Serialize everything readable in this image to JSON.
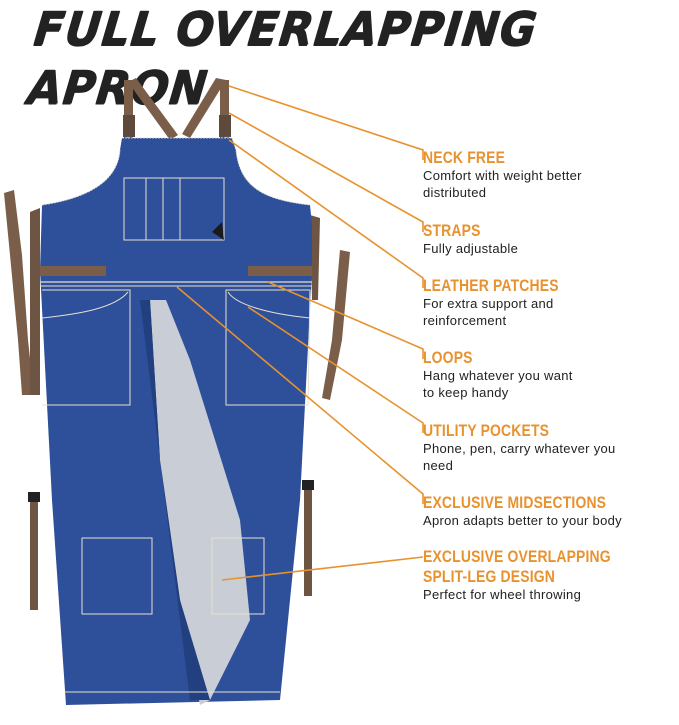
{
  "title": "FULL OVERLAPPING APRON",
  "colors": {
    "accent": "#e8922f",
    "denim": "#2e4f9a",
    "denim_dark": "#22407f",
    "strap": "#7a5e4a",
    "lining": "#c9cdd6",
    "stitch": "#e6dfd0",
    "text": "#222222"
  },
  "features": [
    {
      "label": "NECK FREE",
      "desc": "Comfort with weight better distributed",
      "desc_lines": [
        "Comfort with weight better",
        "distributed"
      ]
    },
    {
      "label": "STRAPS",
      "desc": "Fully adjustable",
      "desc_lines": [
        "Fully adjustable"
      ]
    },
    {
      "label": "LEATHER PATCHES",
      "desc": "For extra support and reinforcement",
      "desc_lines": [
        "For extra support and",
        "reinforcement"
      ]
    },
    {
      "label": "LOOPS",
      "desc": "Hang whatever you want to keep handy",
      "desc_lines": [
        "Hang whatever you want",
        "to keep handy"
      ]
    },
    {
      "label": "UTILITY POCKETS",
      "desc": "Phone, pen, carry whatever you need",
      "desc_lines": [
        "Phone, pen, carry whatever you",
        "need"
      ]
    },
    {
      "label": "EXCLUSIVE MIDSECTIONS",
      "desc": "Apron adapts better to your body",
      "desc_lines": [
        "Apron adapts better to your body"
      ]
    },
    {
      "label_lines": [
        "EXCLUSIVE OVERLAPPING",
        "SPLIT-LEG DESIGN"
      ],
      "label": "EXCLUSIVE OVERLAPPING SPLIT-LEG DESIGN",
      "desc": "Perfect for wheel throwing",
      "desc_lines": [
        "Perfect for wheel throwing"
      ]
    }
  ]
}
